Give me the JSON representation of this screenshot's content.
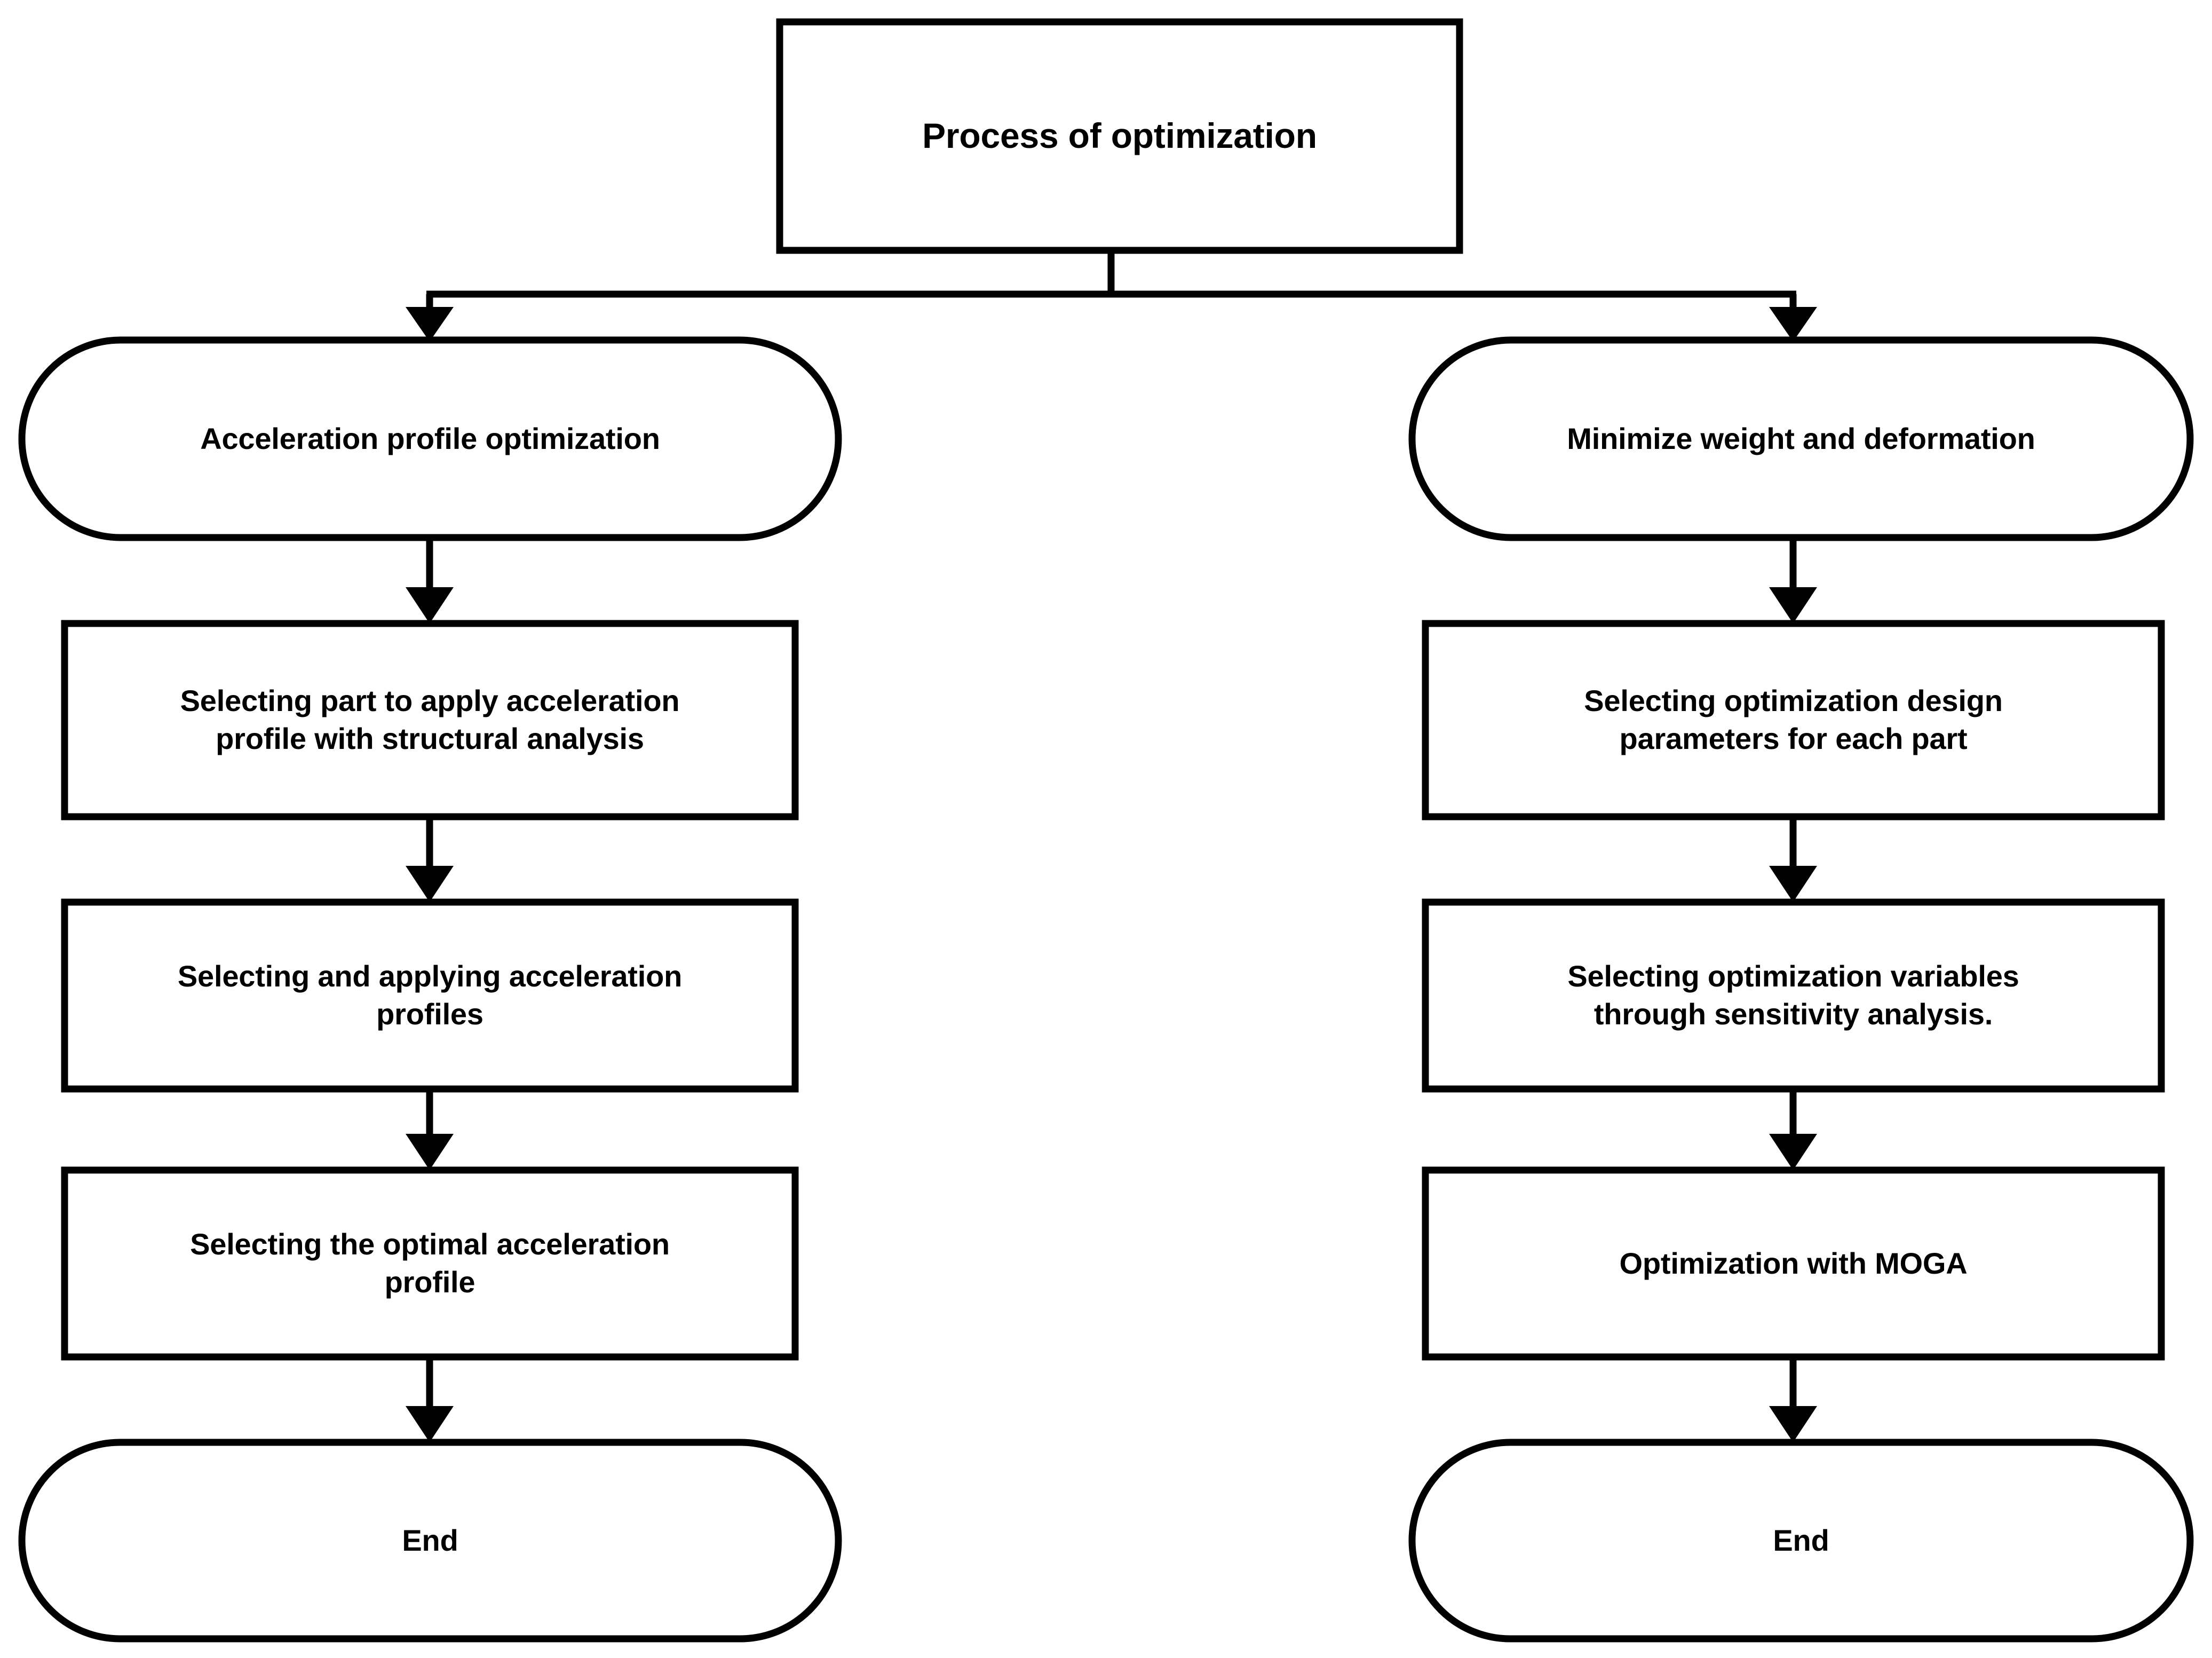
{
  "diagram": {
    "title_node": {
      "label": "Process of optimization",
      "shape": "rectangle"
    },
    "branches": [
      {
        "id": "left",
        "nodes": [
          {
            "id": "left-start",
            "label": "Acceleration profile optimization",
            "shape": "terminator"
          },
          {
            "id": "left-step-1",
            "label": "Selecting part to apply acceleration\nprofile with structural analysis",
            "shape": "process"
          },
          {
            "id": "left-step-2",
            "label": "Selecting and applying acceleration\nprofiles",
            "shape": "process"
          },
          {
            "id": "left-step-3",
            "label": "Selecting the optimal acceleration\nprofile",
            "shape": "process"
          },
          {
            "id": "left-end",
            "label": "End",
            "shape": "terminator"
          }
        ]
      },
      {
        "id": "right",
        "nodes": [
          {
            "id": "right-start",
            "label": "Minimize weight and deformation",
            "shape": "terminator"
          },
          {
            "id": "right-step-1",
            "label": "Selecting optimization design\nparameters for each part",
            "shape": "process"
          },
          {
            "id": "right-step-2",
            "label": "Selecting optimization variables\nthrough sensitivity analysis.",
            "shape": "process"
          },
          {
            "id": "right-step-3",
            "label": "Optimization with MOGA",
            "shape": "process"
          },
          {
            "id": "right-end",
            "label": "End",
            "shape": "terminator"
          }
        ]
      }
    ],
    "colors": {
      "stroke": "#000000",
      "fill": "#ffffff",
      "text": "#000000",
      "background": "#ffffff"
    }
  }
}
